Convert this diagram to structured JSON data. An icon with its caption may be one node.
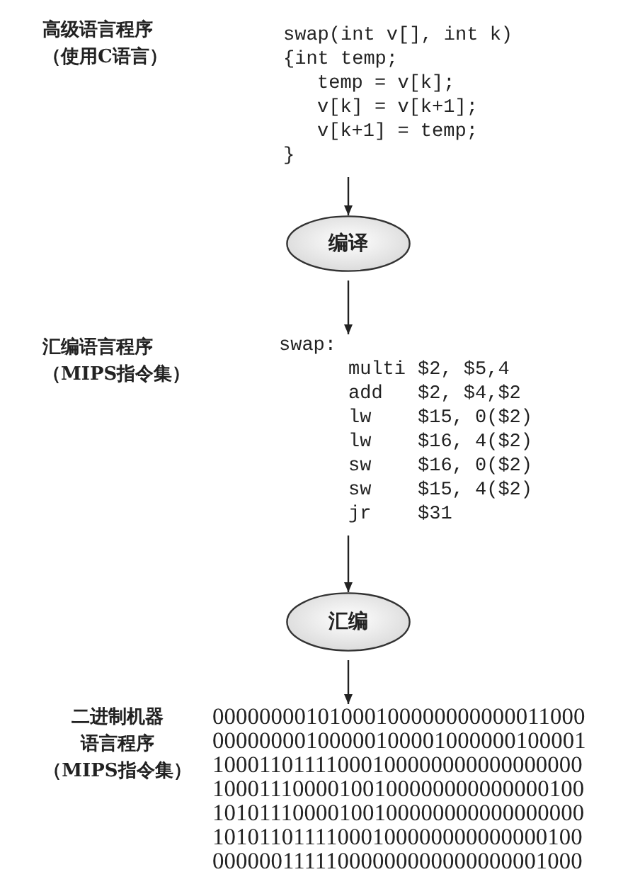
{
  "diagram": {
    "nodes": [
      {
        "text": [
          "swap(int v[], int k)",
          "{int temp;",
          "temp = v[k];",
          "v[k] = v[k+1];",
          "v[k+1] = temp;",
          "}"
        ]
      },
      {
        "text": [
          "编译"
        ]
      },
      {
        "text": [
          "swap:",
          "multi $2, $5,4",
          "add $2, $4,$2",
          "lw $15, 0($2)",
          "lw $16, 4($2)",
          "sw $16, 0($2)",
          "sw $15, 4($2)",
          "jr $31"
        ]
      },
      {
        "text": [
          "汇编"
        ]
      },
      {
        "text": [
          "00000000101000100000000000011000",
          "00000000100000100001000000100001",
          "10001101111000100000000000000000",
          "10001110000100100000000000000100",
          "10101110000100100000000000000000",
          "10101101111000100000000000000100",
          "00000011111000000000000000001000"
        ]
      }
    ],
    "labels": [
      "高级语言程序（使用C语言）",
      "汇编语言程序（MIPS指令集）",
      "二进制机器语言程序（MIPS指令集）"
    ],
    "edges": [
      {
        "from": 0,
        "to": 1,
        "arrow": "to"
      },
      {
        "from": 1,
        "to": 2,
        "arrow": "to"
      },
      {
        "from": 2,
        "to": 3,
        "arrow": "to"
      },
      {
        "from": 3,
        "to": 4,
        "arrow": "to"
      }
    ]
  }
}
